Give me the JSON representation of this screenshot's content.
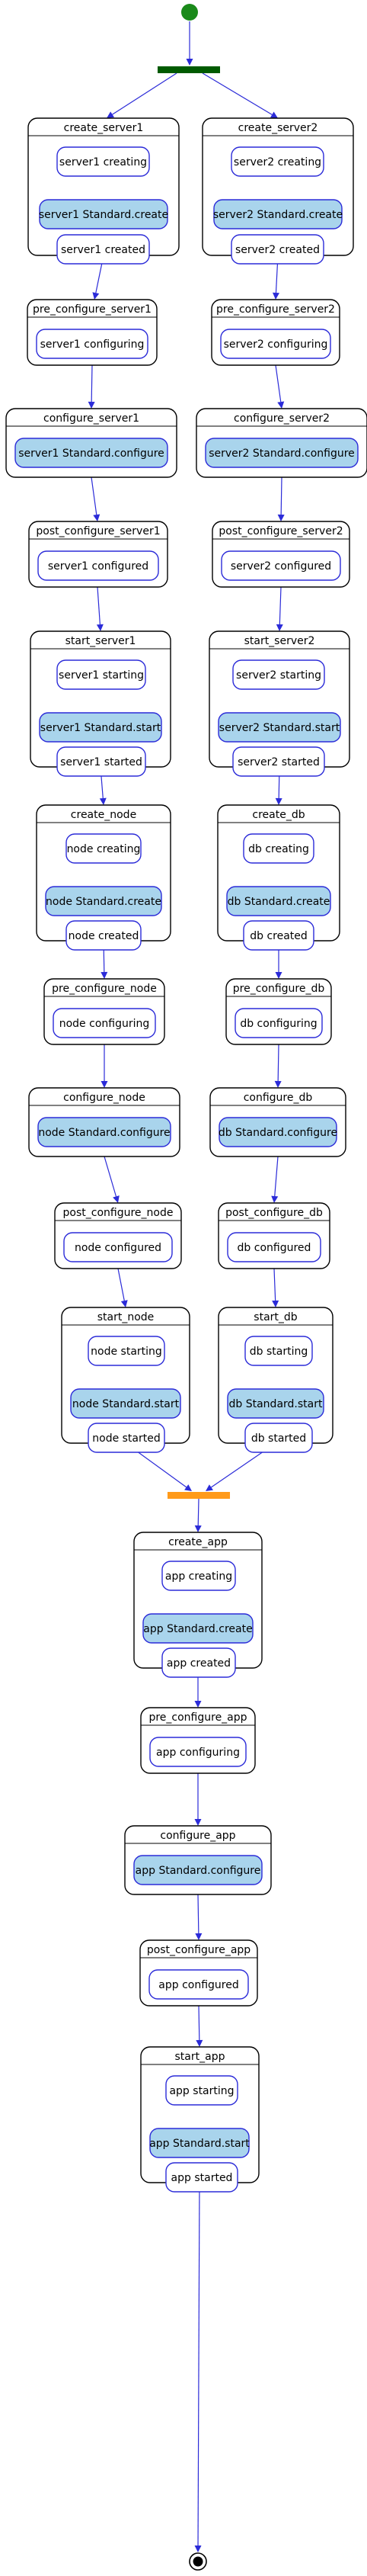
{
  "colors": {
    "start_node": "#1a8a1a",
    "fork_bar": "#005a00",
    "join_bar": "#ff9a1a",
    "edge": "#2b2bd8",
    "group_border": "#000000",
    "state_border": "#2b2bd8",
    "state_plain_fill": "#ffffff",
    "state_highlight_fill": "#a9d4ec",
    "end_node": "#000000"
  },
  "groups": {
    "create_server1": {
      "title": "create_server1",
      "states": [
        {
          "label": "server1 creating",
          "highlight": false
        },
        {
          "label": "server1 Standard.create",
          "highlight": true
        },
        {
          "label": "server1 created",
          "highlight": false
        }
      ]
    },
    "create_server2": {
      "title": "create_server2",
      "states": [
        {
          "label": "server2 creating",
          "highlight": false
        },
        {
          "label": "server2 Standard.create",
          "highlight": true
        },
        {
          "label": "server2 created",
          "highlight": false
        }
      ]
    },
    "pre_configure_server1": {
      "title": "pre_configure_server1",
      "states": [
        {
          "label": "server1 configuring",
          "highlight": false
        }
      ]
    },
    "pre_configure_server2": {
      "title": "pre_configure_server2",
      "states": [
        {
          "label": "server2 configuring",
          "highlight": false
        }
      ]
    },
    "configure_server1": {
      "title": "configure_server1",
      "states": [
        {
          "label": "server1 Standard.configure",
          "highlight": true
        }
      ]
    },
    "configure_server2": {
      "title": "configure_server2",
      "states": [
        {
          "label": "server2 Standard.configure",
          "highlight": true
        }
      ]
    },
    "post_configure_server1": {
      "title": "post_configure_server1",
      "states": [
        {
          "label": "server1 configured",
          "highlight": false
        }
      ]
    },
    "post_configure_server2": {
      "title": "post_configure_server2",
      "states": [
        {
          "label": "server2 configured",
          "highlight": false
        }
      ]
    },
    "start_server1": {
      "title": "start_server1",
      "states": [
        {
          "label": "server1 starting",
          "highlight": false
        },
        {
          "label": "server1 Standard.start",
          "highlight": true
        },
        {
          "label": "server1 started",
          "highlight": false
        }
      ]
    },
    "start_server2": {
      "title": "start_server2",
      "states": [
        {
          "label": "server2 starting",
          "highlight": false
        },
        {
          "label": "server2 Standard.start",
          "highlight": true
        },
        {
          "label": "server2 started",
          "highlight": false
        }
      ]
    },
    "create_node": {
      "title": "create_node",
      "states": [
        {
          "label": "node creating",
          "highlight": false
        },
        {
          "label": "node Standard.create",
          "highlight": true
        },
        {
          "label": "node created",
          "highlight": false
        }
      ]
    },
    "create_db": {
      "title": "create_db",
      "states": [
        {
          "label": "db creating",
          "highlight": false
        },
        {
          "label": "db Standard.create",
          "highlight": true
        },
        {
          "label": "db created",
          "highlight": false
        }
      ]
    },
    "pre_configure_node": {
      "title": "pre_configure_node",
      "states": [
        {
          "label": "node configuring",
          "highlight": false
        }
      ]
    },
    "pre_configure_db": {
      "title": "pre_configure_db",
      "states": [
        {
          "label": "db configuring",
          "highlight": false
        }
      ]
    },
    "configure_node": {
      "title": "configure_node",
      "states": [
        {
          "label": "node Standard.configure",
          "highlight": true
        }
      ]
    },
    "configure_db": {
      "title": "configure_db",
      "states": [
        {
          "label": "db Standard.configure",
          "highlight": true
        }
      ]
    },
    "post_configure_node": {
      "title": "post_configure_node",
      "states": [
        {
          "label": "node configured",
          "highlight": false
        }
      ]
    },
    "post_configure_db": {
      "title": "post_configure_db",
      "states": [
        {
          "label": "db configured",
          "highlight": false
        }
      ]
    },
    "start_node": {
      "title": "start_node",
      "states": [
        {
          "label": "node starting",
          "highlight": false
        },
        {
          "label": "node Standard.start",
          "highlight": true
        },
        {
          "label": "node started",
          "highlight": false
        }
      ]
    },
    "start_db": {
      "title": "start_db",
      "states": [
        {
          "label": "db starting",
          "highlight": false
        },
        {
          "label": "db Standard.start",
          "highlight": true
        },
        {
          "label": "db started",
          "highlight": false
        }
      ]
    },
    "create_app": {
      "title": "create_app",
      "states": [
        {
          "label": "app creating",
          "highlight": false
        },
        {
          "label": "app Standard.create",
          "highlight": true
        },
        {
          "label": "app created",
          "highlight": false
        }
      ]
    },
    "pre_configure_app": {
      "title": "pre_configure_app",
      "states": [
        {
          "label": "app configuring",
          "highlight": false
        }
      ]
    },
    "configure_app": {
      "title": "configure_app",
      "states": [
        {
          "label": "app Standard.configure",
          "highlight": true
        }
      ]
    },
    "post_configure_app": {
      "title": "post_configure_app",
      "states": [
        {
          "label": "app configured",
          "highlight": false
        }
      ]
    },
    "start_app": {
      "title": "start_app",
      "states": [
        {
          "label": "app starting",
          "highlight": false
        },
        {
          "label": "app Standard.start",
          "highlight": true
        },
        {
          "label": "app started",
          "highlight": false
        }
      ]
    }
  }
}
